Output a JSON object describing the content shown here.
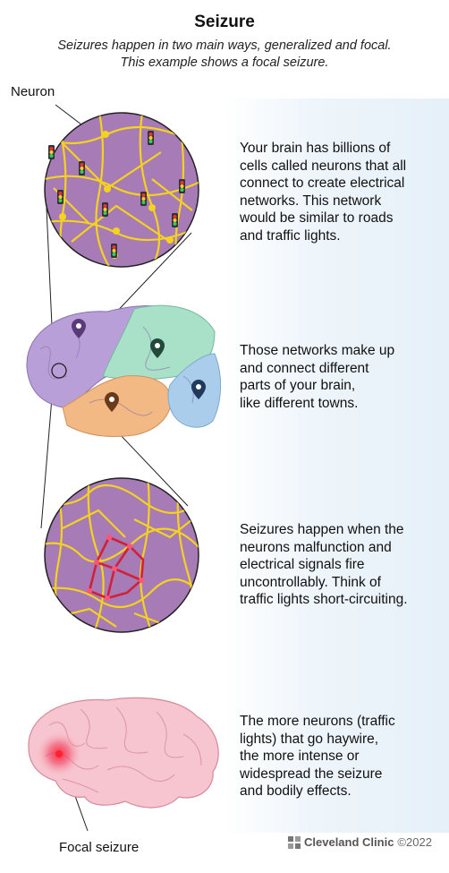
{
  "title": "Seizure",
  "subtitle": "Seizures happen in two main ways, generalized and focal.\nThis example shows a focal seizure.",
  "labels": {
    "neuron": "Neuron",
    "focal": "Focal seizure"
  },
  "panels": [
    {
      "text": "Your brain has billions of\ncells called neurons that all\nconnect to create electrical\nnetworks. This network\nwould be similar to roads\nand traffic lights."
    },
    {
      "text": "Those networks make up\nand connect different\nparts of your brain,\nlike different towns."
    },
    {
      "text": "Seizures happen when the\nneurons malfunction and\nelectrical signals fire\nuncontrollably. Think of\ntraffic lights short-circuiting."
    },
    {
      "text": "The more neurons (traffic\nlights) that go haywire,\nthe more intense or\nwidespread the seizure\nand bodily effects."
    }
  ],
  "footer": {
    "brand": "Cleveland Clinic",
    "year": "©2022"
  },
  "colors": {
    "circle_fill": "#a67bb6",
    "network": "#f4d21e",
    "seizure": "#d0213a",
    "brain_purple": "#b99fd8",
    "brain_green": "#a8e0c8",
    "brain_orange": "#f2b984",
    "brain_blue": "#a9cdea",
    "brain_pink": "#f7c5cf"
  }
}
